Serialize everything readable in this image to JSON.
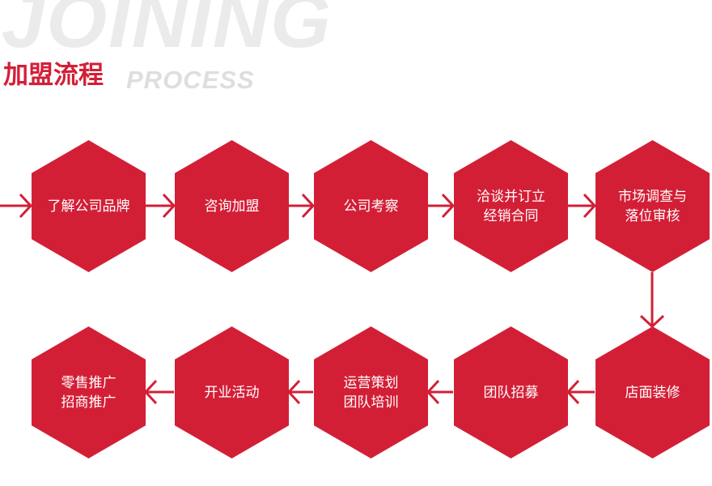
{
  "header": {
    "background_word": "JOINING",
    "title_cn": "加盟流程",
    "title_en": "PROCESS"
  },
  "colors": {
    "accent": "#d31f36",
    "watermark": "#ebebeb"
  },
  "steps": [
    {
      "label": "了解公司品牌"
    },
    {
      "label": "咨询加盟"
    },
    {
      "label": "公司考察"
    },
    {
      "label": "洽谈并订立\n经销合同"
    },
    {
      "label": "市场调查与\n落位审核"
    },
    {
      "label": "店面装修"
    },
    {
      "label": "团队招募"
    },
    {
      "label": "运营策划\n团队培训"
    },
    {
      "label": "开业活动"
    },
    {
      "label": "零售推广\n招商推广"
    }
  ]
}
